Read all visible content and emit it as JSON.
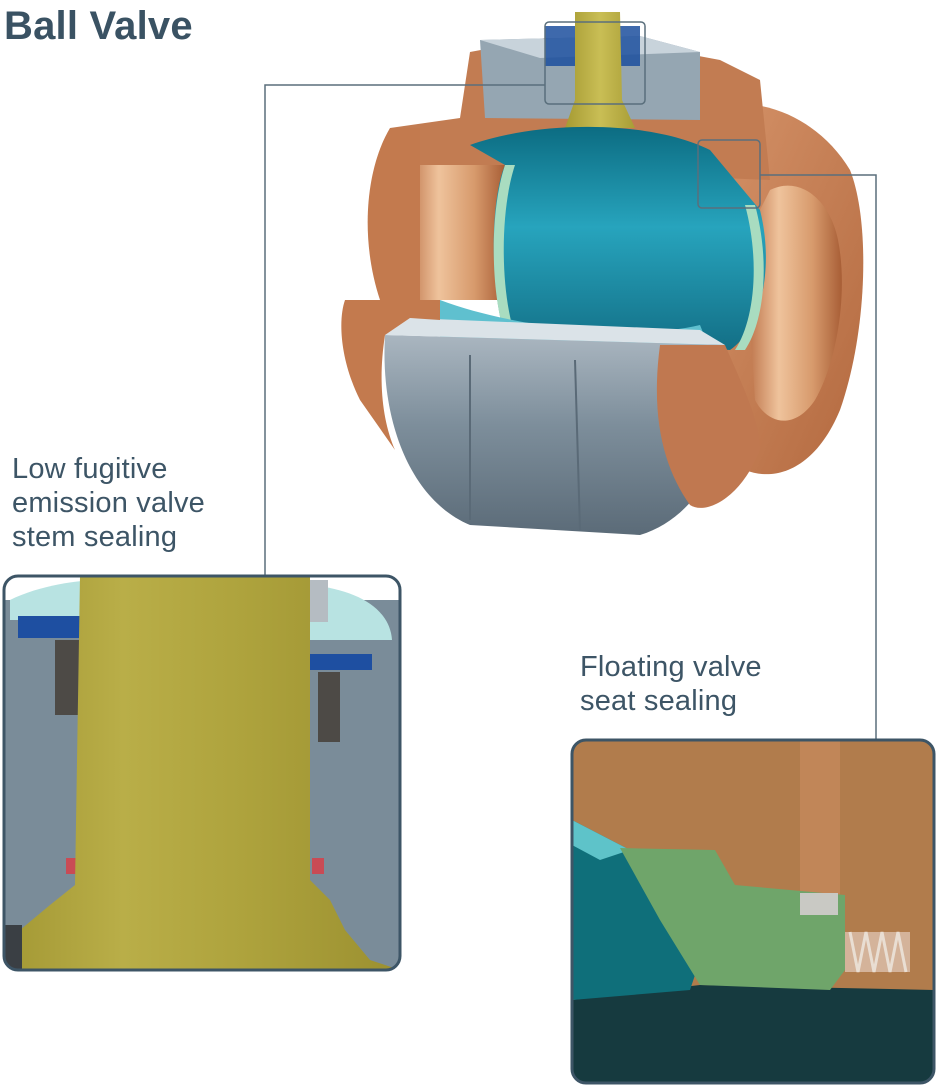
{
  "title": "Ball Valve",
  "callouts": {
    "stem": {
      "lines": [
        "Low fugitive",
        "emission valve",
        "stem sealing"
      ]
    },
    "seat": {
      "lines": [
        "Floating valve",
        "seat sealing"
      ]
    }
  },
  "colors": {
    "copper": "#c8835a",
    "copper_light": "#e6b48c",
    "ball_blue": "#1f93ab",
    "stem_yellow": "#b5aa3e",
    "steel_grey": "#7c8d9a",
    "seat_green": "#6fa56a",
    "text": "#3d5566"
  }
}
